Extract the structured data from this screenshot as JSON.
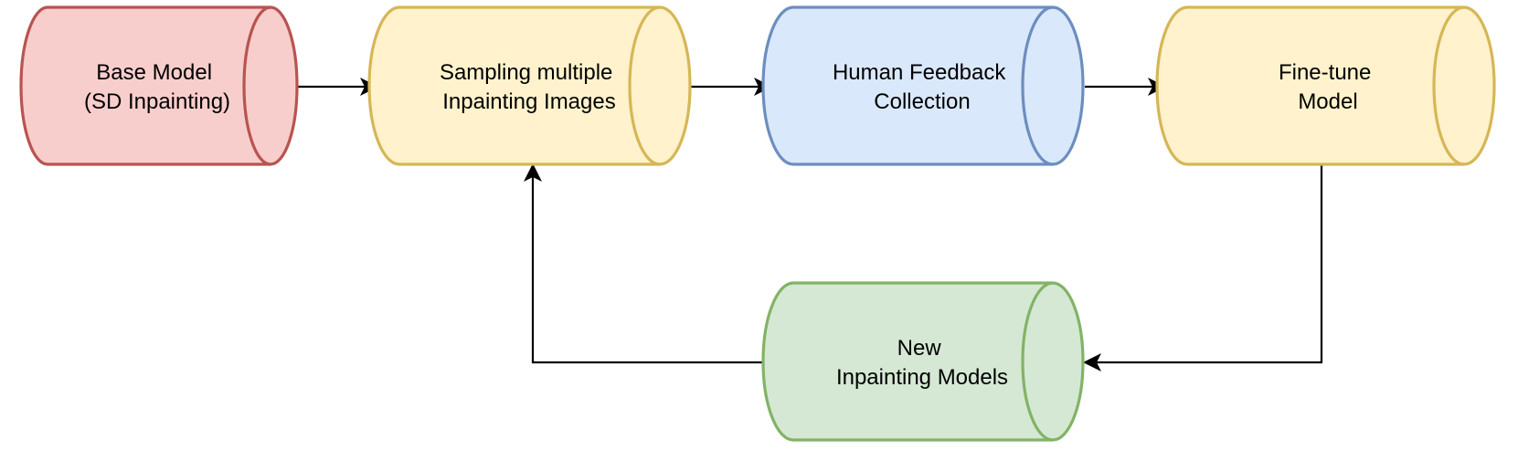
{
  "nodes": [
    {
      "id": "base-model",
      "lines": [
        "Base Model",
        "(SD Inpainting)"
      ],
      "fill": "#f8cecc",
      "stroke": "#b85450"
    },
    {
      "id": "sampling",
      "lines": [
        "Sampling multiple",
        "Inpainting Images"
      ],
      "fill": "#fff2cc",
      "stroke": "#d6b656"
    },
    {
      "id": "human-feedback",
      "lines": [
        "Human Feedback",
        "Collection"
      ],
      "fill": "#dae8fc",
      "stroke": "#6c8ebf"
    },
    {
      "id": "fine-tune",
      "lines": [
        "Fine-tune",
        "Model"
      ],
      "fill": "#fff2cc",
      "stroke": "#d6b656"
    },
    {
      "id": "new-models",
      "lines": [
        "New",
        "Inpainting Models"
      ],
      "fill": "#d5e8d4",
      "stroke": "#82b366"
    }
  ],
  "edges": [
    {
      "from": "base-model",
      "to": "sampling"
    },
    {
      "from": "sampling",
      "to": "human-feedback"
    },
    {
      "from": "human-feedback",
      "to": "fine-tune"
    },
    {
      "from": "fine-tune",
      "to": "new-models"
    },
    {
      "from": "new-models",
      "to": "sampling"
    }
  ],
  "edge_color": "#000000"
}
